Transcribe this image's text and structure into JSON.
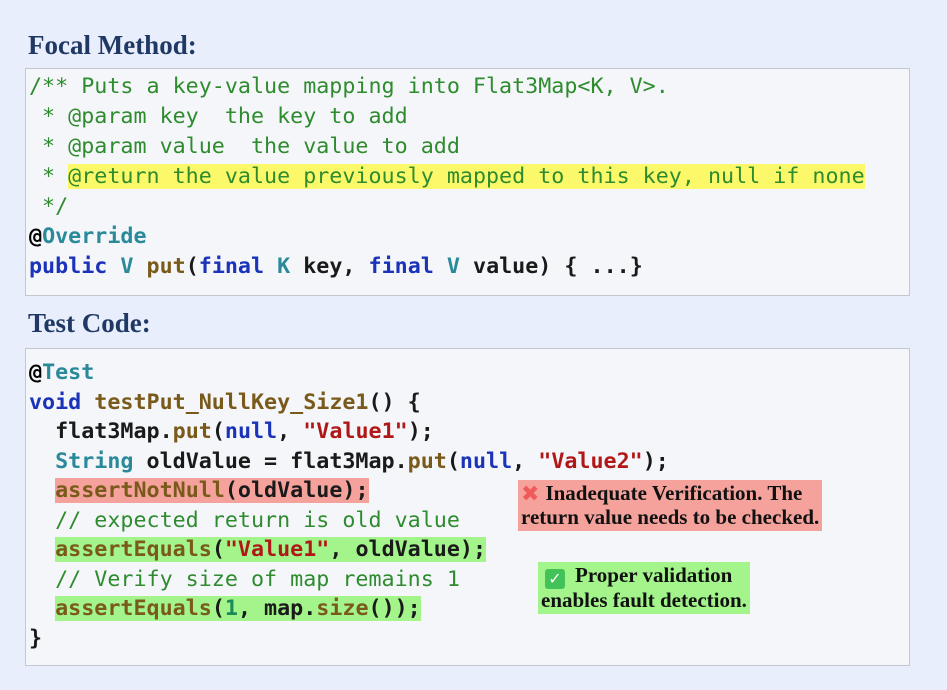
{
  "focal_method": {
    "title": "Focal Method:",
    "lines": [
      [
        {
          "t": "/** Puts a key-value mapping into Flat3Map<K, V>.",
          "c": "comment"
        }
      ],
      [
        {
          "t": " * @param key  the key to add",
          "c": "comment"
        }
      ],
      [
        {
          "t": " * @param value  the value to add",
          "c": "comment"
        }
      ],
      [
        {
          "t": " * ",
          "c": "comment"
        },
        {
          "t": "@return the value previously mapped to this key, null if none",
          "c": "comment",
          "hl": "yellow"
        }
      ],
      [
        {
          "t": " */",
          "c": "comment"
        }
      ],
      [
        {
          "t": "@",
          "c": "annot"
        },
        {
          "t": "Override",
          "c": "annot-name"
        }
      ],
      [
        {
          "t": "public",
          "c": "kw"
        },
        {
          "t": " ",
          "c": "plain"
        },
        {
          "t": "V",
          "c": "type-b"
        },
        {
          "t": " ",
          "c": "plain"
        },
        {
          "t": "put",
          "c": "fn"
        },
        {
          "t": "(",
          "c": "plain"
        },
        {
          "t": "final",
          "c": "kw"
        },
        {
          "t": " ",
          "c": "plain"
        },
        {
          "t": "K",
          "c": "type-b"
        },
        {
          "t": " key, ",
          "c": "var"
        },
        {
          "t": "final",
          "c": "kw"
        },
        {
          "t": " ",
          "c": "plain"
        },
        {
          "t": "V",
          "c": "type-b"
        },
        {
          "t": " value) { ...}",
          "c": "var"
        }
      ]
    ]
  },
  "test_code": {
    "title": "Test Code:",
    "lines": [
      [
        {
          "t": "@",
          "c": "annot"
        },
        {
          "t": "Test",
          "c": "annot-name"
        }
      ],
      [
        {
          "t": "void",
          "c": "kw"
        },
        {
          "t": " ",
          "c": "plain"
        },
        {
          "t": "testPut_NullKey_Size1",
          "c": "fn"
        },
        {
          "t": "() {",
          "c": "plain"
        }
      ],
      [
        {
          "t": "  ",
          "c": "plain"
        },
        {
          "t": "flat3Map",
          "c": "var"
        },
        {
          "t": ".",
          "c": "plain"
        },
        {
          "t": "put",
          "c": "fn"
        },
        {
          "t": "(",
          "c": "plain"
        },
        {
          "t": "null",
          "c": "null"
        },
        {
          "t": ", ",
          "c": "plain"
        },
        {
          "t": "\"Value1\"",
          "c": "str"
        },
        {
          "t": ");",
          "c": "plain"
        }
      ],
      [
        {
          "t": "  ",
          "c": "plain"
        },
        {
          "t": "String",
          "c": "type-b"
        },
        {
          "t": " oldValue = flat3Map.",
          "c": "var"
        },
        {
          "t": "put",
          "c": "fn"
        },
        {
          "t": "(",
          "c": "plain"
        },
        {
          "t": "null",
          "c": "null"
        },
        {
          "t": ", ",
          "c": "plain"
        },
        {
          "t": "\"Value2\"",
          "c": "str"
        },
        {
          "t": ");",
          "c": "plain"
        }
      ],
      [
        {
          "t": "  ",
          "c": "plain"
        },
        {
          "t": "assertNotNull",
          "c": "fn",
          "hl": "red"
        },
        {
          "t": "(oldValue);",
          "c": "var",
          "hl": "red"
        }
      ],
      [
        {
          "t": "  // expected return is old value",
          "c": "comment"
        }
      ],
      [
        {
          "t": "  ",
          "c": "plain"
        },
        {
          "t": "assertEquals",
          "c": "fn",
          "hl": "green"
        },
        {
          "t": "(",
          "c": "plain",
          "hl": "green"
        },
        {
          "t": "\"Value1\"",
          "c": "str",
          "hl": "green"
        },
        {
          "t": ", oldValue);",
          "c": "var",
          "hl": "green"
        }
      ],
      [
        {
          "t": "  // Verify size of map remains 1",
          "c": "comment"
        }
      ],
      [
        {
          "t": "  ",
          "c": "plain"
        },
        {
          "t": "assertEquals",
          "c": "fn",
          "hl": "green"
        },
        {
          "t": "(",
          "c": "plain",
          "hl": "green"
        },
        {
          "t": "1",
          "c": "num",
          "hl": "green"
        },
        {
          "t": ", map.",
          "c": "var",
          "hl": "green"
        },
        {
          "t": "size",
          "c": "fn",
          "hl": "green"
        },
        {
          "t": "());",
          "c": "plain",
          "hl": "green"
        }
      ],
      [
        {
          "t": "}",
          "c": "plain"
        }
      ]
    ]
  },
  "callouts": {
    "inadequate": {
      "icon": "cross-icon",
      "line1": "Inadequate Verification. The",
      "line2": "return value needs to be checked."
    },
    "proper": {
      "icon": "check-icon",
      "line1": "Proper validation",
      "line2": "enables fault detection."
    }
  },
  "colors": {
    "title": "#1f3864",
    "background": "#e8eefb",
    "highlight_yellow": "#fbf96a",
    "highlight_red": "#f4a29b",
    "highlight_green": "#a3f48a"
  }
}
